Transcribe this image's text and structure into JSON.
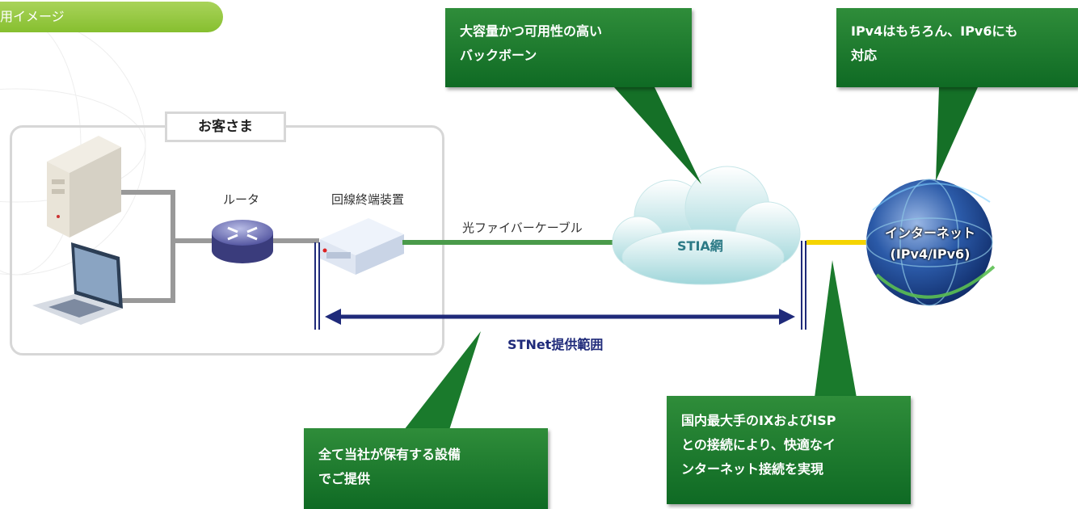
{
  "header": {
    "title": "用イメージ"
  },
  "customer": {
    "label": "お客さま"
  },
  "devices": {
    "router_label": "ルータ",
    "ont_label": "回線終端装置"
  },
  "links": {
    "fiber_label": "光ファイバーケーブル",
    "range_label": "STNet提供範囲"
  },
  "network": {
    "cloud_label": "STIA網"
  },
  "internet": {
    "label": "インターネット\n(IPv4/IPv6)"
  },
  "callouts": {
    "backbone": "大容量かつ可用性の高い\nバックボーン",
    "ipv6": "IPv4はもちろん、IPv6にも\n対応",
    "equipment": "全て当社が保有する設備\nでご提供",
    "ix": "国内最大手のIXおよびISP\nとの接続により、快適なイ\nンターネット接続を実現"
  },
  "colors": {
    "accent_green": "#1a7a2c",
    "pill_green": "#8cc63f",
    "range_blue": "#1f2a7a",
    "fiber_green": "#4a9a4a",
    "ix_yellow": "#f5d400"
  }
}
